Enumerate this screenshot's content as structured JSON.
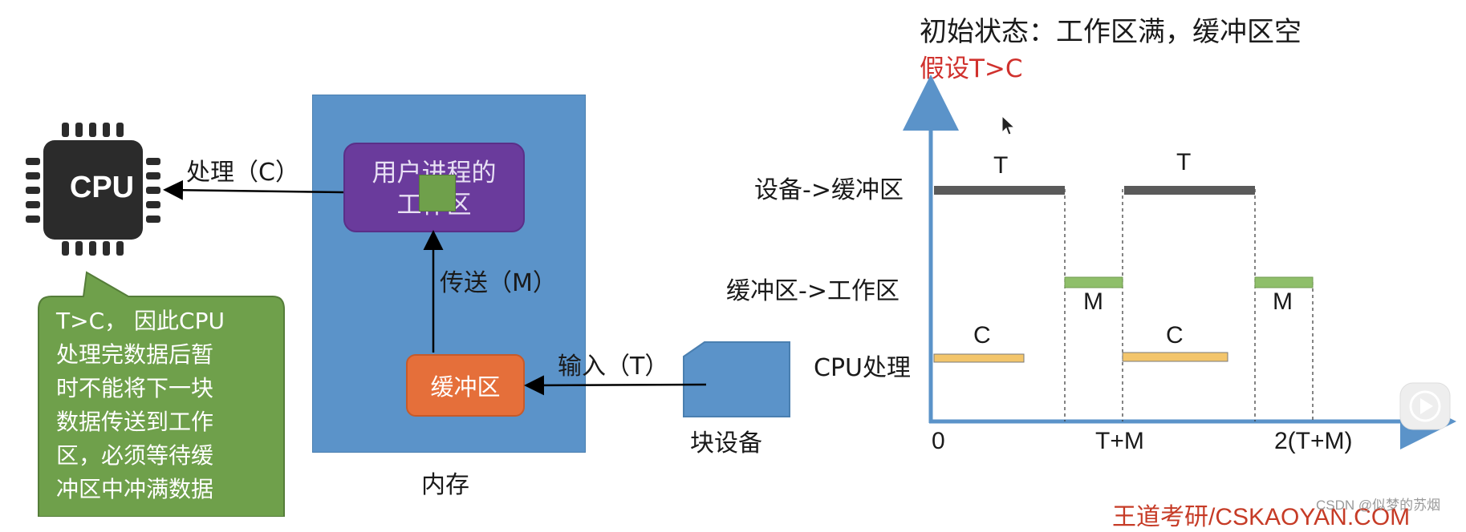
{
  "header": {
    "initial_state": "初始状态：工作区满，缓冲区空",
    "assumption": "假设T>C"
  },
  "cpu": {
    "chip_label": "CPU"
  },
  "memory": {
    "label": "内存",
    "work_area_label": "用户进程的\n工作区",
    "buffer_label": "缓冲区"
  },
  "arrows": {
    "process_label": "处理（C）",
    "transfer_label": "传送（M）",
    "input_label": "输入（T）"
  },
  "device": {
    "label": "块设备"
  },
  "callout": {
    "text": "T>C， 因此CPU\n处理完数据后暂\n时不能将下一块\n数据传送到工作\n区，必须等待缓\n冲区中冲满数据"
  },
  "timeline": {
    "rows": [
      "设备->缓冲区",
      "缓冲区->工作区",
      "CPU处理"
    ],
    "x_ticks": [
      "0",
      "T+M",
      "2(T+M)"
    ],
    "segment_labels": {
      "device": "T",
      "transfer": "M",
      "cpu": "C"
    },
    "colors": {
      "device": "#5a5a5a",
      "transfer": "#8fbf6a",
      "cpu": "#f3c56b",
      "axis": "#5b93c9"
    }
  },
  "footer": {
    "watermark": "CSDN @似梦的苏烟",
    "brand": "王道考研/CSKAOYAN.COM"
  }
}
